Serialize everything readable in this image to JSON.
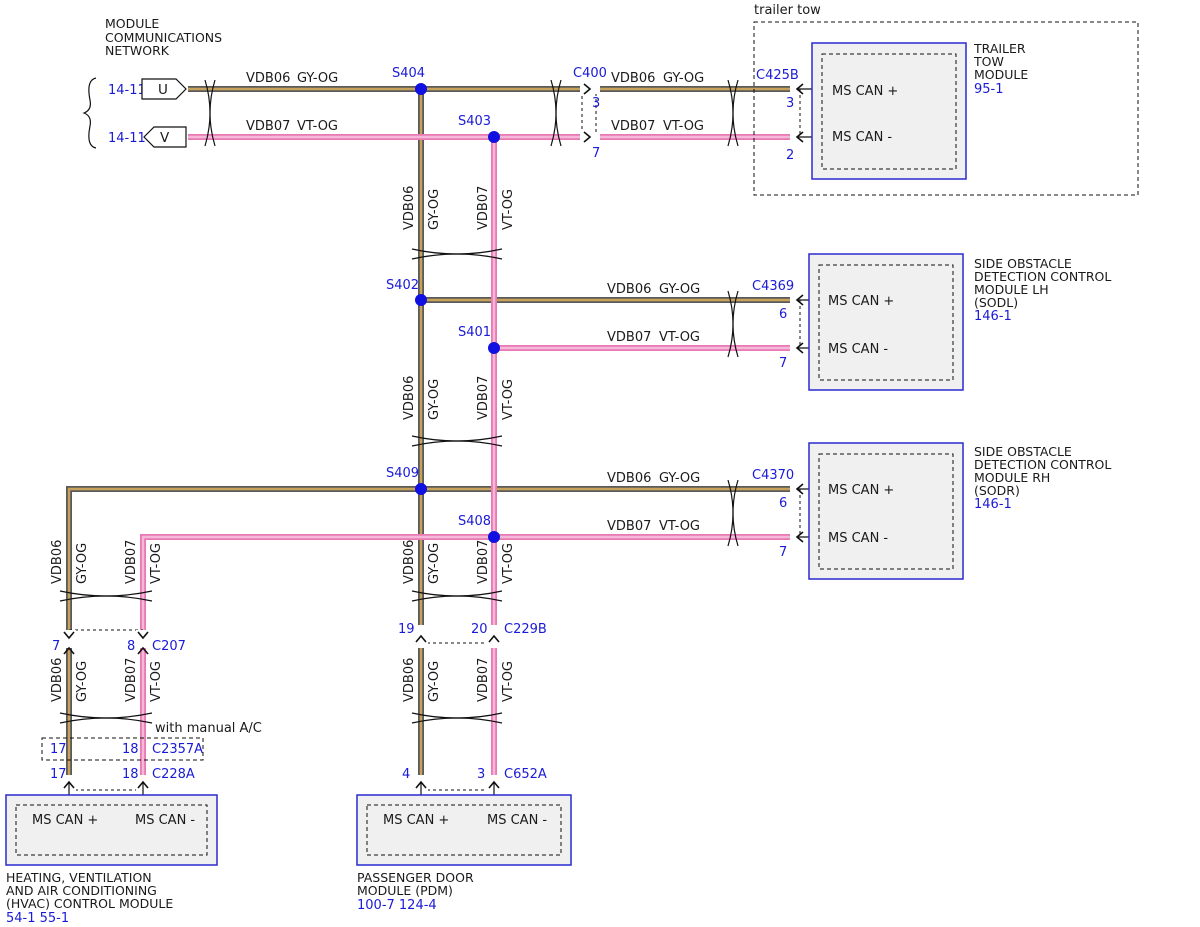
{
  "colors": {
    "gy_og_outer": "#5a5a5a",
    "gy_og_inner": "#c8a15a",
    "vt_og_outer": "#e879b4",
    "vt_og_inner": "#f4b9d8",
    "splice": "#1010e0",
    "module_border": "#2a2ad0",
    "module_fill": "#f0f0f0",
    "blue_text": "#1a1ad8"
  },
  "network": {
    "title_lines": [
      "MODULE",
      "COMMUNICATIONS",
      "NETWORK"
    ],
    "refs": [
      {
        "pin": "U",
        "ref": "14-11"
      },
      {
        "pin": "V",
        "ref": "14-11"
      }
    ]
  },
  "wires": {
    "vdb06": "VDB06",
    "vdb07": "VDB07",
    "gy_og": "GY-OG",
    "vt_og": "VT-OG"
  },
  "splices": {
    "s404": "S404",
    "s403": "S403",
    "s402": "S402",
    "s401": "S401",
    "s409": "S409",
    "s408": "S408"
  },
  "connectors": {
    "c400": {
      "name": "C400",
      "pin_a": "3",
      "pin_b": "7"
    },
    "c425b": {
      "name": "C425B",
      "pin_a": "3",
      "pin_b": "2"
    },
    "c4369": {
      "name": "C4369",
      "pin_a": "6",
      "pin_b": "7"
    },
    "c4370": {
      "name": "C4370",
      "pin_a": "6",
      "pin_b": "7"
    },
    "c207": {
      "name": "C207",
      "pin_a": "7",
      "pin_b": "8"
    },
    "c229b": {
      "name": "C229B",
      "pin_a": "19",
      "pin_b": "20"
    },
    "c2357a": {
      "name": "C2357A",
      "pin_a": "17",
      "pin_b": "18"
    },
    "c228a": {
      "name": "C228A",
      "pin_a": "17",
      "pin_b": "18"
    },
    "c652a": {
      "name": "C652A",
      "pin_a": "4",
      "pin_b": "3"
    }
  },
  "option_note": "with manual A/C",
  "trailer_group_label": "trailer tow",
  "modules": {
    "trailer_tow": {
      "name_lines": [
        "TRAILER",
        "TOW",
        "MODULE"
      ],
      "ref": "95-1",
      "can_plus": "MS CAN +",
      "can_minus": "MS CAN -"
    },
    "sodl": {
      "name_lines": [
        "SIDE OBSTACLE",
        "DETECTION CONTROL",
        "MODULE LH",
        "(SODL)"
      ],
      "ref": "146-1",
      "can_plus": "MS CAN +",
      "can_minus": "MS CAN -"
    },
    "sodr": {
      "name_lines": [
        "SIDE OBSTACLE",
        "DETECTION CONTROL",
        "MODULE RH",
        "(SODR)"
      ],
      "ref": "146-1",
      "can_plus": "MS CAN +",
      "can_minus": "MS CAN -"
    },
    "hvac": {
      "name_lines": [
        "HEATING, VENTILATION",
        "AND AIR CONDITIONING",
        "(HVAC) CONTROL MODULE"
      ],
      "ref": "54-1  55-1",
      "can_plus": "MS CAN +",
      "can_minus": "MS CAN -"
    },
    "pdm": {
      "name_lines": [
        "PASSENGER DOOR",
        "MODULE (PDM)"
      ],
      "ref": "100-7 124-4",
      "can_plus": "MS CAN +",
      "can_minus": "MS CAN -"
    }
  }
}
